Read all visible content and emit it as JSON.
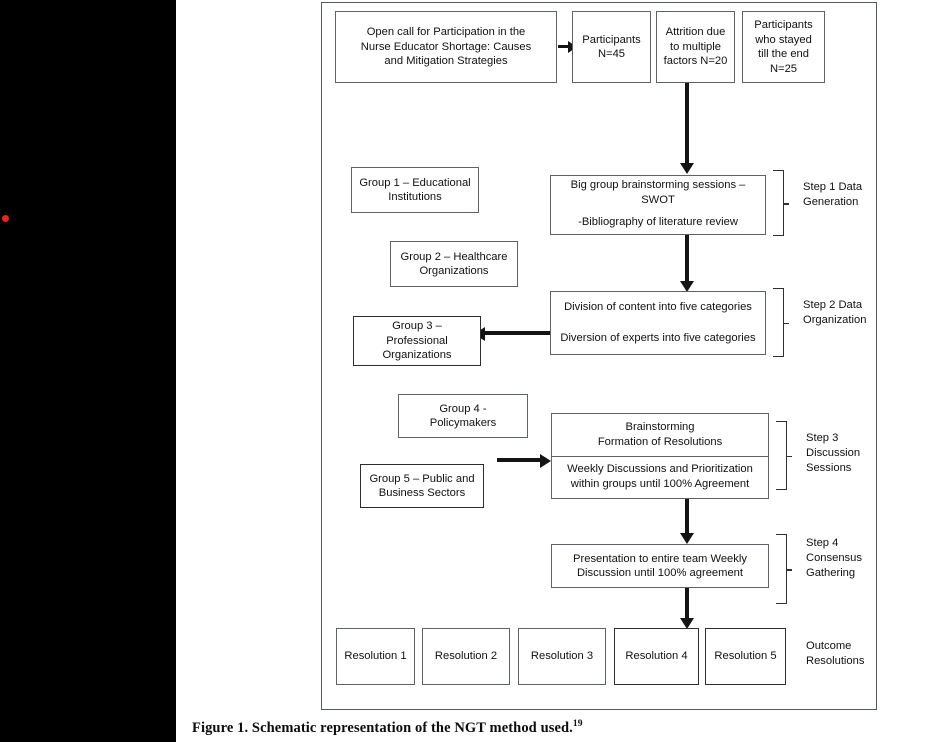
{
  "figure": {
    "caption_text": "Figure 1.  Schematic representation of the NGT method used.",
    "caption_ref": "19"
  },
  "top_row": {
    "call_box": "Open call for Participation in the Nurse Educator Shortage: Causes and Mitigation Strategies",
    "call_lines": [
      "Open call for Participation in the",
      "Nurse Educator Shortage: Causes",
      "and Mitigation Strategies"
    ],
    "participants": [
      "Participants",
      "N=45"
    ],
    "attrition": [
      "Attrition due",
      "to multiple",
      "factors N=20"
    ],
    "stayed": [
      "Participants",
      "who stayed",
      "till the end",
      "N=25"
    ]
  },
  "groups": {
    "g1": [
      "Group 1 – Educational",
      "Institutions"
    ],
    "g2": [
      "Group 2 – Healthcare",
      "Organizations"
    ],
    "g3": [
      "Group 3 –",
      "Professional",
      "Organizations"
    ],
    "g4": [
      "Group 4 -",
      "Policymakers"
    ],
    "g5": [
      "Group 5 – Public and",
      "Business Sectors"
    ]
  },
  "steps": {
    "step1": {
      "top_lines": [
        "Big group brainstorming sessions –",
        "SWOT"
      ],
      "bottom_lines": [
        "-Bibliography of literature review"
      ],
      "label_lines": [
        "Step 1",
        "Data",
        "Generation"
      ]
    },
    "step2": {
      "top_lines": [
        "Division of content into five categories"
      ],
      "bottom_lines": [
        "Diversion of experts into five categories"
      ],
      "label_lines": [
        "Step 2",
        "Data",
        "Organization"
      ]
    },
    "step3": {
      "top_lines": [
        "Brainstorming",
        "Formation of Resolutions"
      ],
      "bottom_lines": [
        "Weekly Discussions and Prioritization",
        "within groups until 100% Agreement"
      ],
      "label_lines": [
        "Step 3",
        "Discussion",
        "Sessions"
      ]
    },
    "step4": {
      "top_lines": [
        "Presentation to entire team Weekly",
        "Discussion until 100% agreement"
      ],
      "label_lines": [
        "Step 4",
        "Consensus",
        "Gathering"
      ]
    }
  },
  "outcome": {
    "label_lines": [
      "Outcome",
      "Resolutions"
    ],
    "resolutions": [
      "Resolution 1",
      "Resolution 2",
      "Resolution 3",
      "Resolution 4",
      "Resolution 5"
    ]
  },
  "colors": {
    "frame_border": "#555a5e",
    "box_border": "#5d6368",
    "arrow": "#141414",
    "sidebar": "#000000",
    "marker_dot": "#e8241e"
  }
}
